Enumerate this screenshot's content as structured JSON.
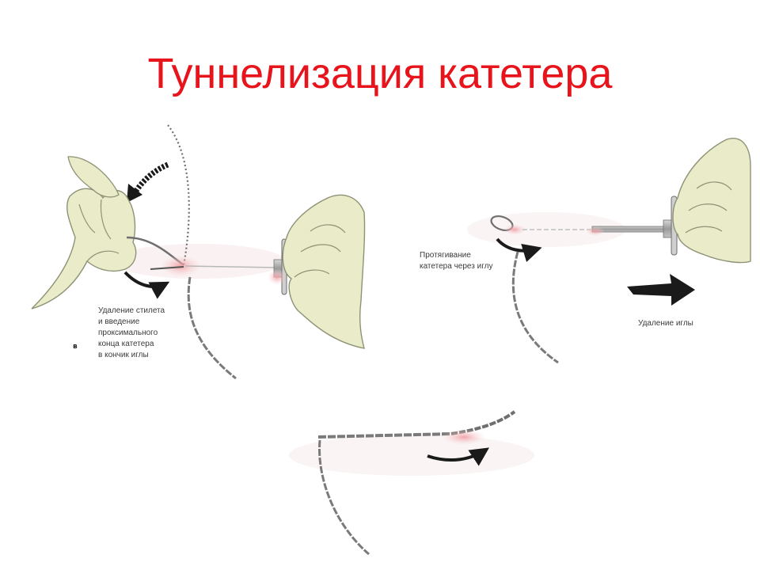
{
  "slide": {
    "title": "Туннелизация катетера",
    "title_color": "#e8141b"
  },
  "panel_left": {
    "letter": "в",
    "caption_lines": [
      "Удаление стилета",
      "и введение",
      "проксимального",
      "конца катетера",
      "в кончик иглы"
    ]
  },
  "panel_right": {
    "caption_lines": [
      "Протягивание",
      "катетера через иглу"
    ],
    "removal_caption": "Удаление иглы"
  },
  "colors": {
    "hand_fill": "#e9ebc9",
    "hand_outline": "#8e9275",
    "catheter": "#6f6f6f",
    "blood_tint": "#f3c4c6",
    "arrow": "#1a1a1a"
  },
  "icons": [
    "hand-icon",
    "needle-icon",
    "catheter-icon",
    "arrow-icon"
  ]
}
